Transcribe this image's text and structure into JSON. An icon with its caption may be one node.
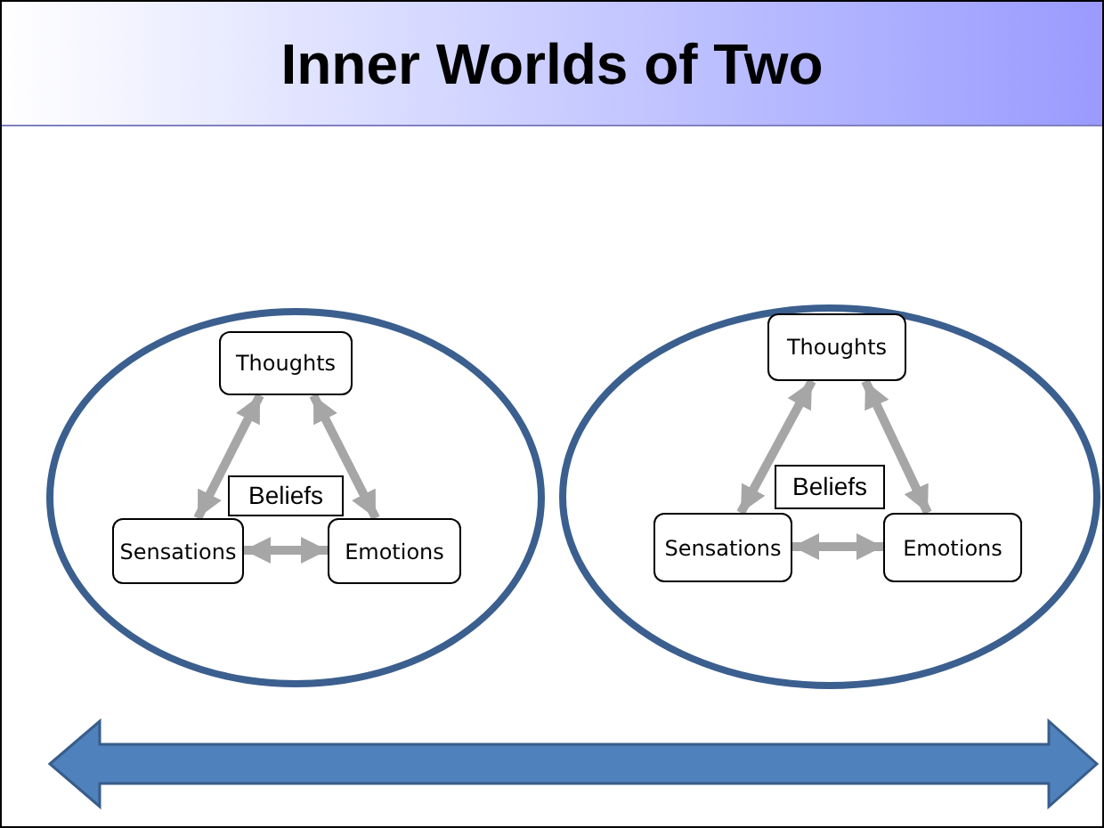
{
  "diagram": {
    "title": "Inner Worlds of Two",
    "nodes": [
      {
        "text": [],
        "shape": "circle"
      },
      {
        "text": [
          "Thoughts"
        ],
        "in": 0
      },
      {
        "text": [
          "Beliefs"
        ],
        "in": 0
      },
      {
        "text": [
          "Sensations"
        ],
        "in": 0
      },
      {
        "text": [
          "Emotions"
        ],
        "in": 0
      },
      {
        "text": [],
        "shape": "circle"
      },
      {
        "text": [
          "Thoughts"
        ],
        "in": 5
      },
      {
        "text": [
          "Beliefs"
        ],
        "in": 5
      },
      {
        "text": [
          "Sensations"
        ],
        "in": 5
      },
      {
        "text": [
          "Emotions"
        ],
        "in": 5
      }
    ],
    "edges": [
      {
        "from": 3,
        "to": 1,
        "arrow": "both"
      },
      {
        "from": 1,
        "to": 4,
        "arrow": "both"
      },
      {
        "from": 3,
        "to": 4,
        "arrow": "both"
      },
      {
        "from": 8,
        "to": 6,
        "arrow": "both"
      },
      {
        "from": 6,
        "to": 9,
        "arrow": "both"
      },
      {
        "from": 8,
        "to": 9,
        "arrow": "both"
      }
    ]
  }
}
